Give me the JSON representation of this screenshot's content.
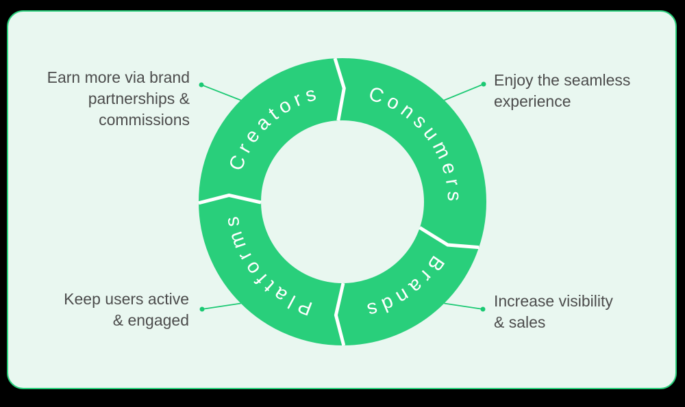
{
  "colors": {
    "page_bg": "#000000",
    "card_bg": "#e9f7f0",
    "card_border": "#29cf7b",
    "ring_green": "#29cf7b",
    "accent_green": "#1bc973",
    "divider_white": "#ffffff",
    "ring_label_color": "#ffffff",
    "annotation_text": "#4c4c4c"
  },
  "diagram": {
    "type": "circular-cycle",
    "flow_direction": "clockwise",
    "segments": [
      {
        "label": "Creators",
        "position": "top-left",
        "annotation": "Earn more via brand\npartnerships &\ncommissions"
      },
      {
        "label": "Consumers",
        "position": "top-right",
        "annotation": "Enjoy the seamless\nexperience"
      },
      {
        "label": "Brands",
        "position": "bottom-right",
        "annotation": "Increase visibility\n& sales"
      },
      {
        "label": "Platforms",
        "position": "bottom-left",
        "annotation": "Keep users active\n& engaged"
      }
    ]
  }
}
